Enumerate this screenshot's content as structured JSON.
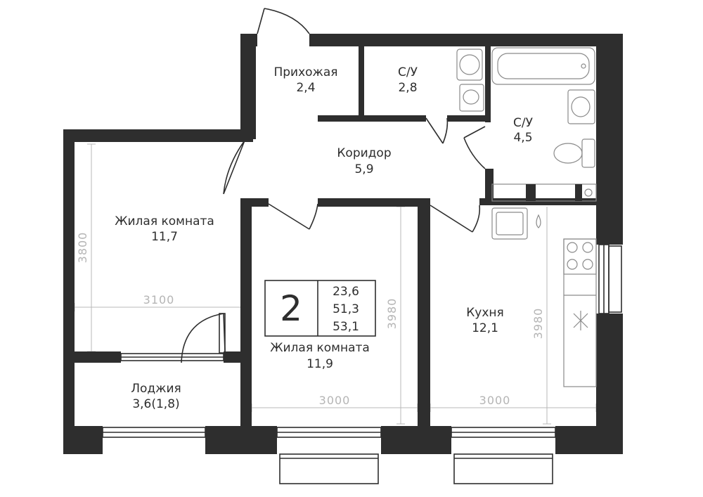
{
  "rooms": {
    "hallway": {
      "name": "Прихожая",
      "area": "2,4"
    },
    "bathroom_small": {
      "name": "С/У",
      "area": "2,8"
    },
    "bathroom_large": {
      "name": "С/У",
      "area": "4,5"
    },
    "corridor": {
      "name": "Коридор",
      "area": "5,9"
    },
    "living_left": {
      "name": "Жилая комната",
      "area": "11,7"
    },
    "living_center": {
      "name": "Жилая комната",
      "area": "11,9"
    },
    "kitchen": {
      "name": "Кухня",
      "area": "12,1"
    },
    "loggia": {
      "name": "Лоджия",
      "area": "3,6(1,8)"
    }
  },
  "dimensions": {
    "left_height": "3800",
    "left_width": "3100",
    "center_height": "3980",
    "center_width": "3000",
    "kitchen_height": "3980",
    "kitchen_width": "3000"
  },
  "summary": {
    "rooms_count": "2",
    "living_area": "23,6",
    "total_area": "51,3",
    "total_with_loggia": "53,1"
  },
  "colors": {
    "walls": "#2e2e2e",
    "dimension_lines": "#b8b8b8"
  }
}
